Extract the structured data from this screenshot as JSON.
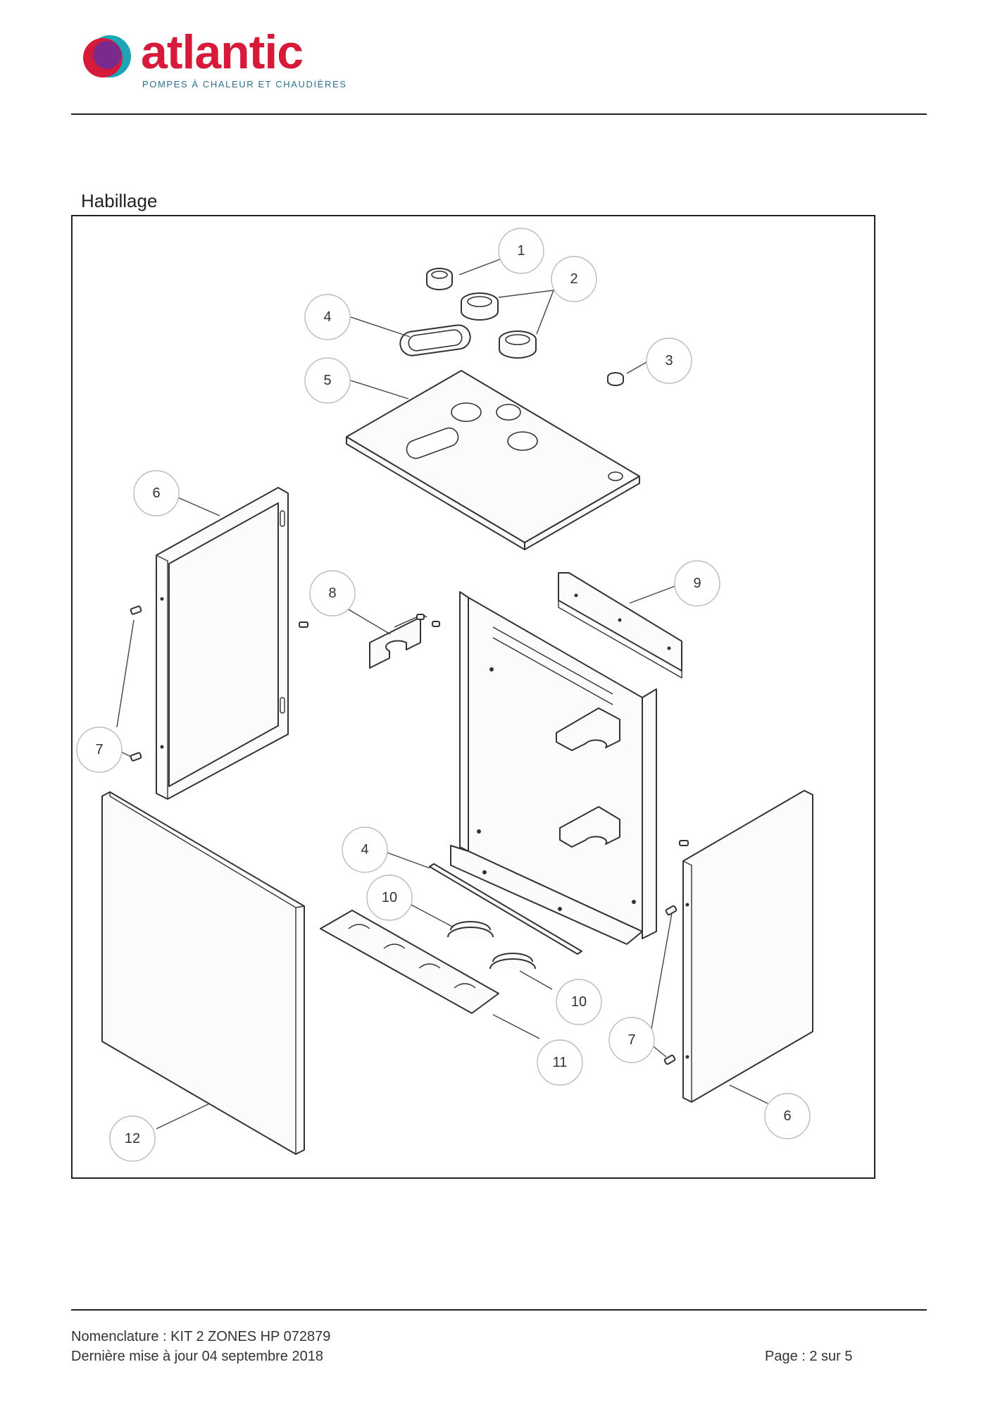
{
  "header": {
    "brand_name": "atlantic",
    "tagline": "POMPES À CHALEUR ET CHAUDIÈRES",
    "colors": {
      "brand_red": "#d7193a",
      "brand_blue": "#2f6f8f",
      "logo_purple": "#7a2a8c",
      "logo_teal": "#1aa6b7"
    }
  },
  "section": {
    "title": "Habillage"
  },
  "callouts": [
    "1",
    "2",
    "3",
    "4",
    "5",
    "6",
    "7",
    "8",
    "9",
    "4",
    "10",
    "10",
    "11",
    "7",
    "6",
    "12"
  ],
  "footer": {
    "line1": "Nomenclature : KIT 2 ZONES HP 072879",
    "line2": "Dernière mise à jour 04 septembre 2018",
    "page": "Page : 2 sur 5"
  }
}
